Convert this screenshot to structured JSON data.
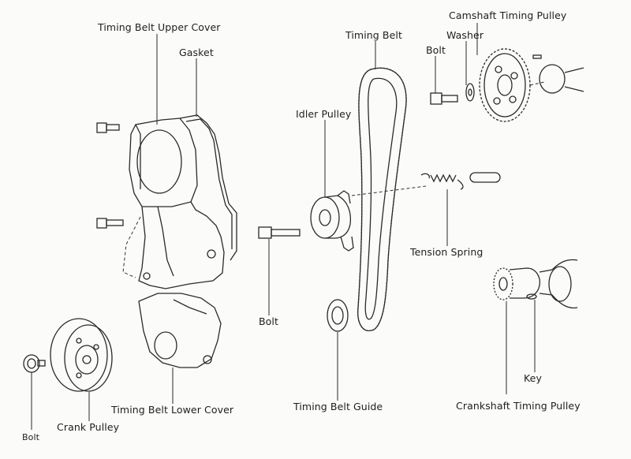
{
  "labels": {
    "timing_belt_upper_cover": "Timing Belt Upper Cover",
    "gasket": "Gasket",
    "timing_belt": "Timing Belt",
    "bolt_top": "Bolt",
    "washer": "Washer",
    "camshaft_timing_pulley": "Camshaft Timing Pulley",
    "idler_pulley": "Idler Pulley",
    "tension_spring": "Tension Spring",
    "bolt_mid": "Bolt",
    "key": "Key",
    "crankshaft_timing_pulley": "Crankshaft Timing Pulley",
    "timing_belt_lower_cover": "Timing Belt Lower Cover",
    "timing_belt_guide": "Timing Belt Guide",
    "crank_pulley": "Crank Pulley",
    "bolt_left": "Bolt"
  }
}
